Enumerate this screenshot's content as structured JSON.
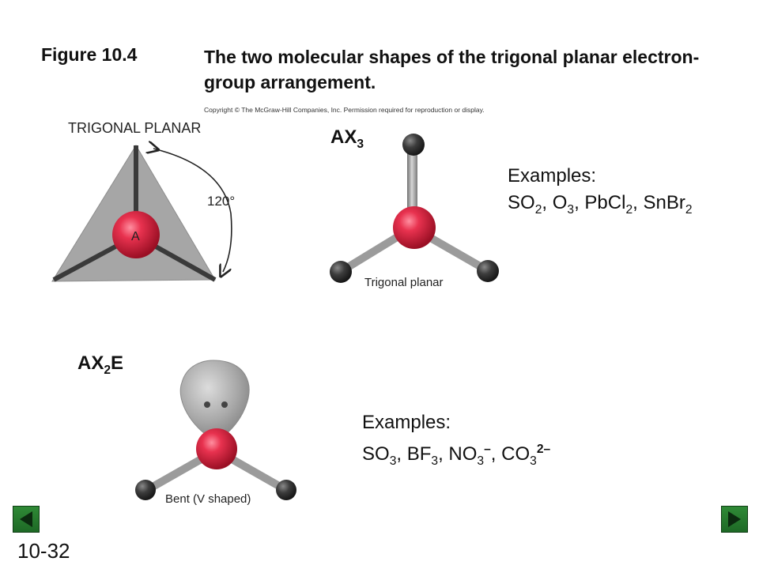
{
  "figure": {
    "label": "Figure 10.4",
    "title": "The two molecular shapes of the trigonal planar electron-group arrangement.",
    "copyright": "Copyright © The McGraw-Hill Companies, Inc. Permission required for reproduction or display."
  },
  "overview": {
    "heading": "TRIGONAL PLANAR",
    "angle": "120°",
    "center_atom": "A"
  },
  "shape_ax3": {
    "formula_base": "AX",
    "formula_sub": "3",
    "label": "Trigonal planar",
    "examples_title": "Examples:",
    "examples": [
      {
        "base": "SO",
        "sub": "2",
        "sep": ", "
      },
      {
        "base": "O",
        "sub": "3",
        "sep": ", "
      },
      {
        "base": "PbCl",
        "sub": "2",
        "sep": ", "
      },
      {
        "base": "SnBr",
        "sub": "2",
        "sep": ""
      }
    ]
  },
  "shape_ax2e": {
    "formula_base": "AX",
    "formula_sub": "2",
    "formula_tail": "E",
    "label": "Bent (V shaped)",
    "examples_title": "Examples:",
    "examples": [
      {
        "base": "SO",
        "sub": "3",
        "sup": "",
        "sep": ", "
      },
      {
        "base": "BF",
        "sub": "3",
        "sup": "",
        "sep": ", "
      },
      {
        "base": "NO",
        "sub": "3",
        "sup": "–",
        "sep": ", "
      },
      {
        "base": "CO",
        "sub": "3",
        "sup": "2–",
        "sep": ""
      }
    ]
  },
  "footer": {
    "page": "10-32",
    "prev_icon": "triangle-left-icon",
    "next_icon": "triangle-right-icon"
  },
  "colors": {
    "central_atom": "#d81e3c",
    "outer_atom": "#333333",
    "bond": "#9a9a9a",
    "plane": "#a8a8a8",
    "nav": "#2a7d31"
  }
}
